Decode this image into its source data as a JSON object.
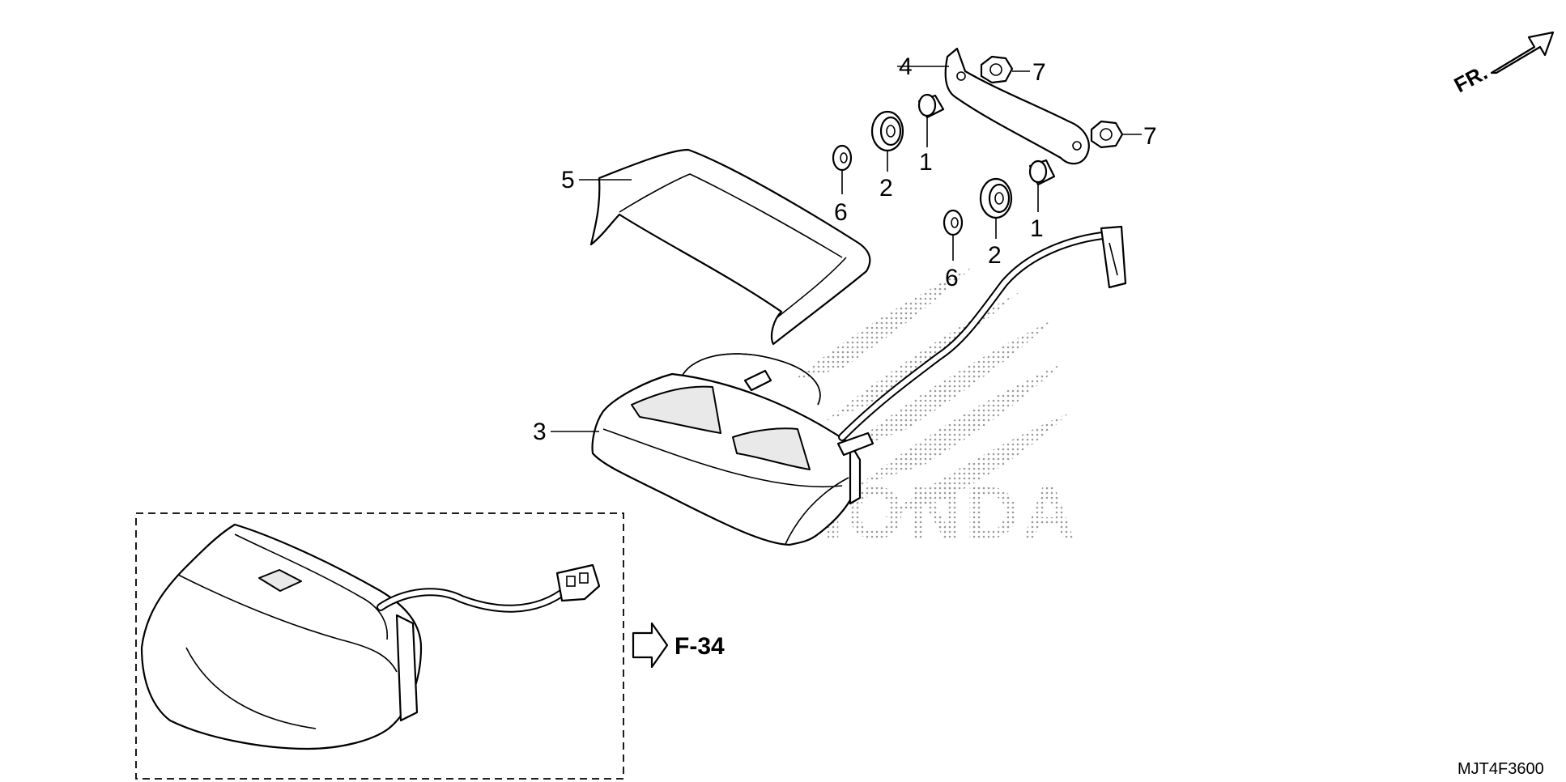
{
  "diagram": {
    "callouts": [
      {
        "id": "c1a",
        "label": "1"
      },
      {
        "id": "c1b",
        "label": "1"
      },
      {
        "id": "c2a",
        "label": "2"
      },
      {
        "id": "c2b",
        "label": "2"
      },
      {
        "id": "c3",
        "label": "3"
      },
      {
        "id": "c4",
        "label": "4"
      },
      {
        "id": "c5",
        "label": "5"
      },
      {
        "id": "c6a",
        "label": "6"
      },
      {
        "id": "c6b",
        "label": "6"
      },
      {
        "id": "c7a",
        "label": "7"
      },
      {
        "id": "c7b",
        "label": "7"
      }
    ],
    "direction_label": "FR.",
    "reference_label": "F-34",
    "watermark_text": "HONDA",
    "diagram_code": "MJT4F3600"
  }
}
